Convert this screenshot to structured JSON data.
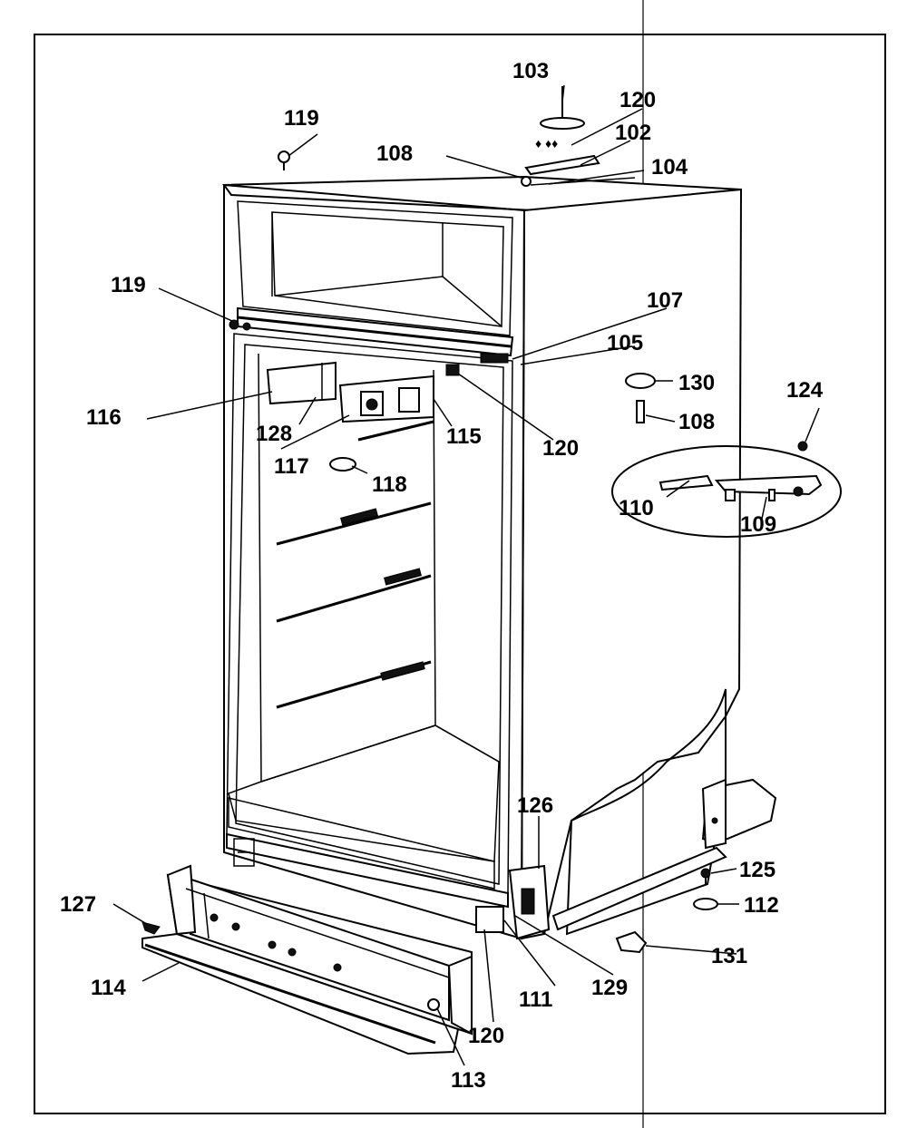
{
  "diagram": {
    "labels": {
      "l103": "103",
      "l120a": "120",
      "l102": "102",
      "l104": "104",
      "l108a": "108",
      "l119a": "119",
      "l119b": "119",
      "l107": "107",
      "l105": "105",
      "l130": "130",
      "l108b": "108",
      "l124": "124",
      "l116": "116",
      "l128": "128",
      "l117": "117",
      "l115": "115",
      "l120b": "120",
      "l118": "118",
      "l110": "110",
      "l109": "109",
      "l126": "126",
      "l125": "125",
      "l112": "112",
      "l127": "127",
      "l131": "131",
      "l114": "114",
      "l111": "111",
      "l129": "129",
      "l120c": "120",
      "l113": "113"
    }
  }
}
